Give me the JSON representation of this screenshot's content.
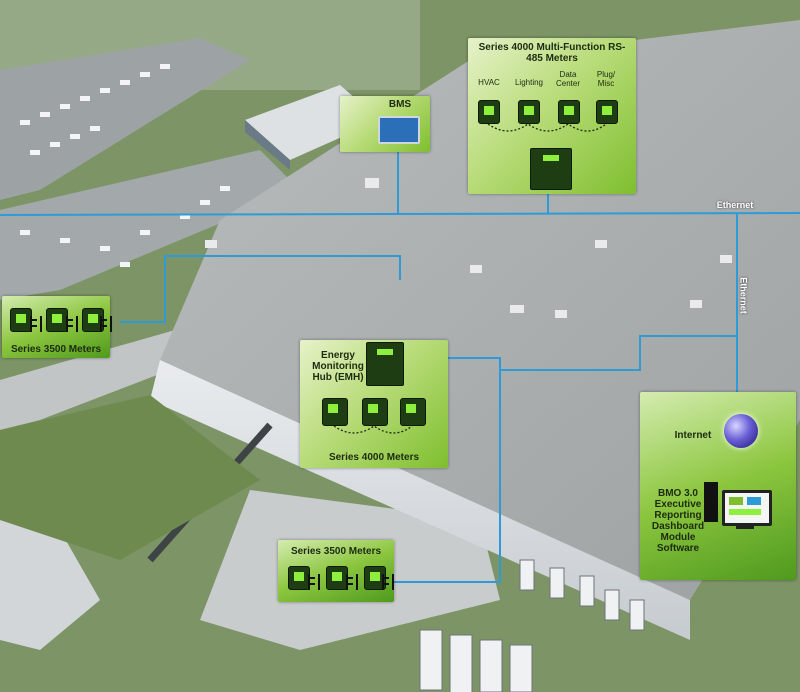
{
  "diagram": {
    "labels": {
      "ethernet_horizontal": "Ethernet",
      "ethernet_vertical": "Ethernet",
      "bms": "BMS",
      "series4000_rs485": "Series 4000 Multi-Function RS-485 Meters",
      "hvac": "HVAC",
      "lighting": "Lighting",
      "data_center": "Data Center",
      "plug_misc": "Plug/ Misc",
      "series3500_left": "Series 3500 Meters",
      "emh": "Energy Monitoring Hub (EMH)",
      "series4000_meters": "Series 4000 Meters",
      "internet": "Internet",
      "bmo_software": "BMO 3.0 Executive Reporting Dashboard Module Software",
      "series3500_bottom": "Series 3500 Meters"
    },
    "colors": {
      "network_line": "#2f9bd6",
      "panel_green": "#8cc63f",
      "meter_screen": "#8ef03c"
    },
    "icons": [
      "globe-icon",
      "computer-icon",
      "meter-icon",
      "current-transformer-icon",
      "bms-screen-icon",
      "hub-device-icon"
    ]
  }
}
